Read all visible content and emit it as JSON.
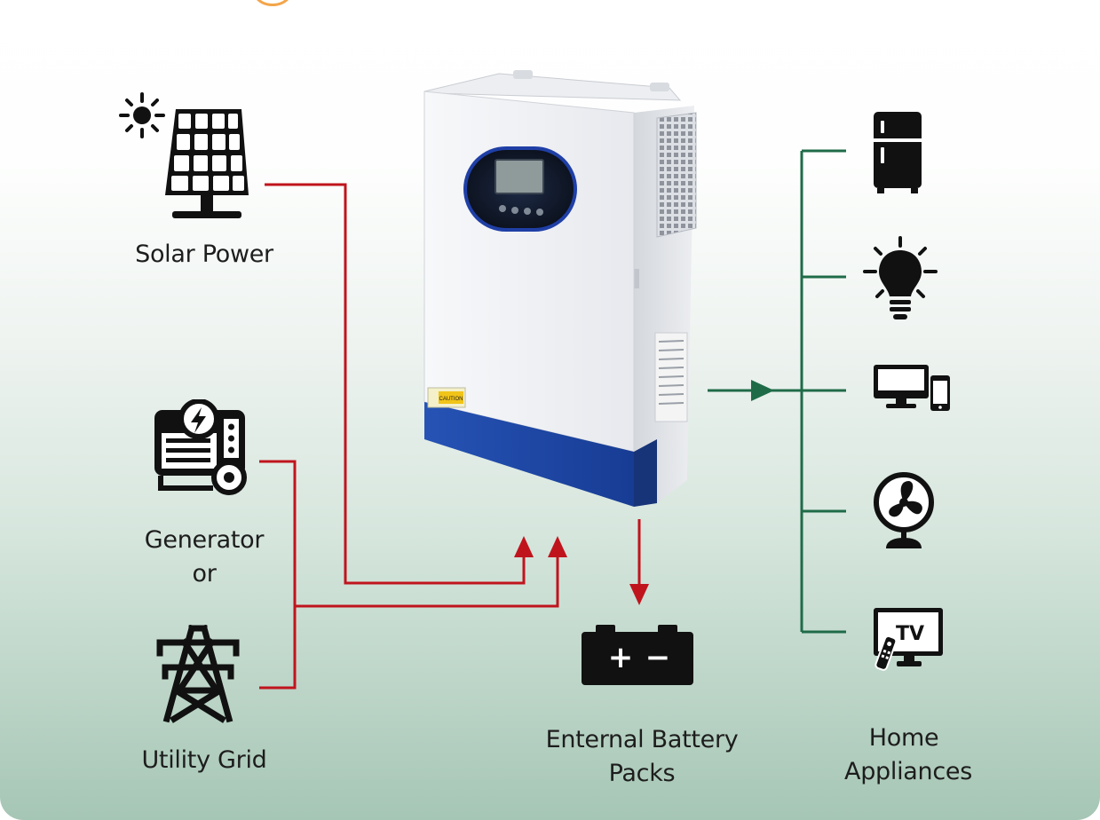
{
  "labels": {
    "solar": "Solar Power",
    "generator_line1": "Generator",
    "generator_line2": "or",
    "grid": "Utility Grid",
    "battery_line1": "Enternal Battery",
    "battery_line2": "Packs",
    "appliances_line1": "Home",
    "appliances_line2": "Appliances"
  },
  "appliances": {
    "tv_text": "TV"
  },
  "battery": {
    "plus": "+",
    "minus": "−"
  },
  "inverter": {
    "caution_text": "CAUTION"
  },
  "icons": {
    "solar": "solar-panel-icon",
    "generator": "generator-icon",
    "grid": "transmission-tower-icon",
    "battery": "battery-icon",
    "fridge": "refrigerator-icon",
    "bulb": "light-bulb-icon",
    "computer": "computer-phone-icon",
    "fan": "fan-icon",
    "tv": "tv-remote-icon"
  },
  "colors": {
    "input_line": "#c0141d",
    "output_line": "#1f6b48",
    "icon": "#111111",
    "inverter_blue": "#1d47a5"
  }
}
